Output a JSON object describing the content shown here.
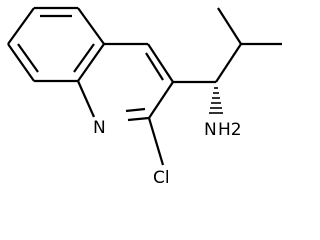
{
  "molecule": {
    "atoms": {
      "ring_nitrogen": "N",
      "chlorine": "Cl",
      "amine_n": "N",
      "amine_h2": "H2"
    }
  },
  "colors": {
    "bond": "#000000",
    "label": "#000000",
    "background": "#ffffff"
  }
}
